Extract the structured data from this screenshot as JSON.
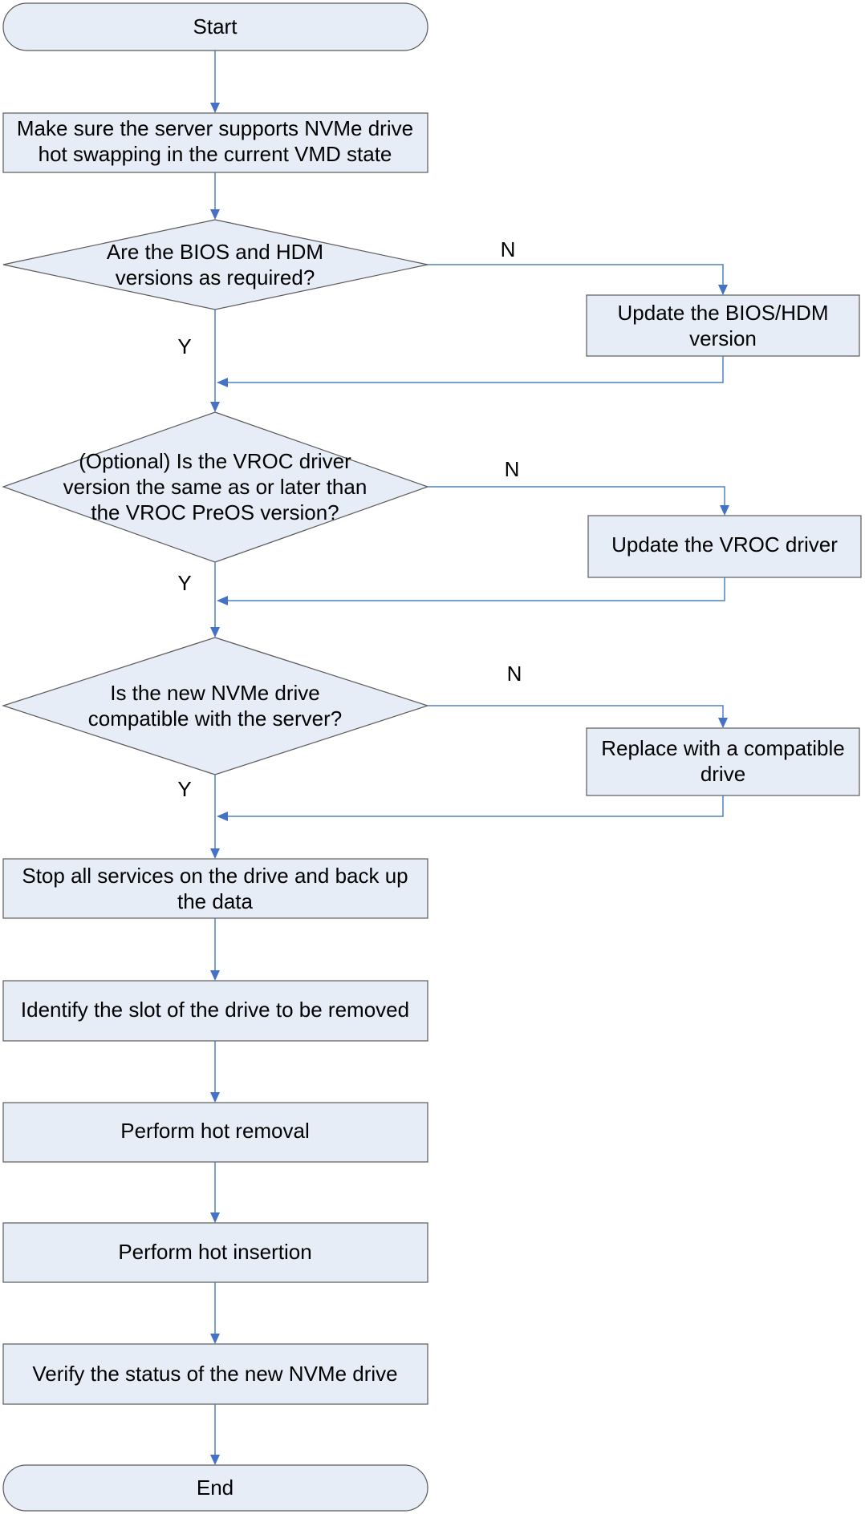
{
  "colors": {
    "node_fill": "#e6edf7",
    "node_stroke": "#5a5a5a",
    "connector": "#4f81bd",
    "arrowhead": "#4472c4"
  },
  "nodes": {
    "start": {
      "lines": [
        "Start"
      ]
    },
    "ensure_support": {
      "lines": [
        "Make sure the server supports NVMe drive",
        "hot swapping in the current VMD state"
      ]
    },
    "check_bios_hdm": {
      "lines": [
        "Are the BIOS and HDM",
        "versions as required?"
      ]
    },
    "update_bios_hdm": {
      "lines": [
        "Update the BIOS/HDM",
        "version"
      ]
    },
    "check_vroc": {
      "lines": [
        "(Optional) Is the VROC driver",
        "version the same as or later than",
        "the VROC PreOS version?"
      ]
    },
    "update_vroc": {
      "lines": [
        "Update the VROC driver"
      ]
    },
    "check_compat": {
      "lines": [
        "Is the new NVMe drive",
        "compatible with the server?"
      ]
    },
    "replace_drive": {
      "lines": [
        "Replace with a compatible",
        "drive"
      ]
    },
    "stop_services": {
      "lines": [
        "Stop all services on the drive and back up",
        "the data"
      ]
    },
    "identify_slot": {
      "lines": [
        "Identify the slot of the drive to be removed"
      ]
    },
    "hot_removal": {
      "lines": [
        "Perform hot removal"
      ]
    },
    "hot_insertion": {
      "lines": [
        "Perform hot insertion"
      ]
    },
    "verify_status": {
      "lines": [
        "Verify the status of the new NVMe drive"
      ]
    },
    "end": {
      "lines": [
        "End"
      ]
    }
  },
  "labels": {
    "no_1": "N",
    "yes_1": "Y",
    "no_2": "N",
    "yes_2": "Y",
    "no_3": "N",
    "yes_3": "Y"
  }
}
